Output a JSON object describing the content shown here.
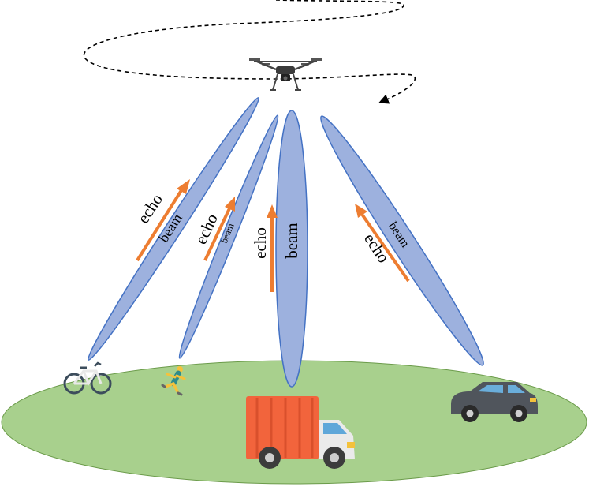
{
  "colors": {
    "ground": "#a8d08d",
    "beam_fill": "#9db1de",
    "beam_stroke": "#4472c4",
    "arrow": "#ed7d31",
    "path": "#000000"
  },
  "beams": [
    {
      "beam_label": "beam",
      "echo_label": "echo"
    },
    {
      "beam_label": "beam",
      "echo_label": "echo"
    },
    {
      "beam_label": "beam",
      "echo_label": "echo"
    },
    {
      "beam_label": "beam",
      "echo_label": "echo"
    }
  ],
  "icons": {
    "uav": "drone-icon",
    "targets": [
      "bicycle-icon",
      "pedestrian-icon",
      "truck-icon",
      "car-icon"
    ]
  }
}
